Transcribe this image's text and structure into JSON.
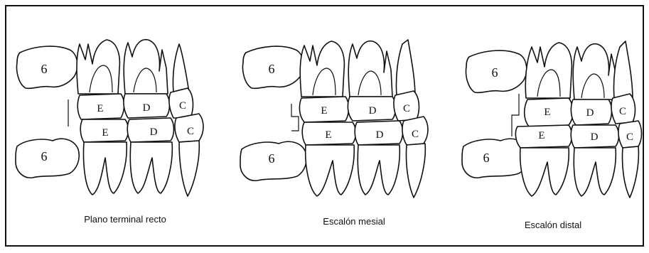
{
  "panels": [
    {
      "caption": "Plano terminal recto",
      "upper_first_molar": "6",
      "upper_second_primary_molar": "E",
      "upper_first_primary_molar": "D",
      "upper_canine": "C",
      "lower_second_primary_molar": "E",
      "lower_first_primary_molar": "D",
      "lower_canine": "C",
      "lower_first_molar": "6"
    },
    {
      "caption": "Escalón mesial",
      "upper_first_molar": "6",
      "upper_second_primary_molar": "E",
      "upper_first_primary_molar": "D",
      "upper_canine": "C",
      "lower_second_primary_molar": "E",
      "lower_first_primary_molar": "D",
      "lower_canine": "C",
      "lower_first_molar": "6"
    },
    {
      "caption": "Escalón distal",
      "upper_first_molar": "6",
      "upper_second_primary_molar": "E",
      "upper_first_primary_molar": "D",
      "upper_canine": "C",
      "lower_second_primary_molar": "E",
      "lower_first_primary_molar": "D",
      "lower_canine": "C",
      "lower_first_molar": "6"
    }
  ]
}
